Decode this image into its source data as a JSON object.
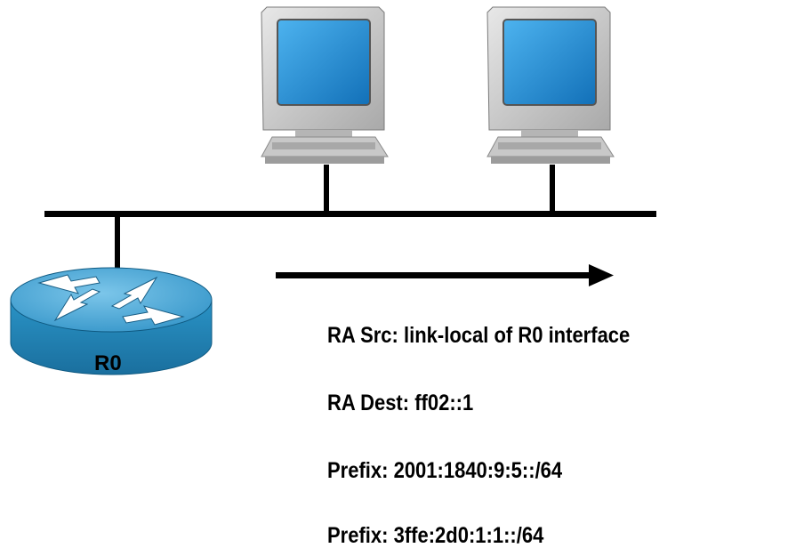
{
  "router": {
    "label": "R0",
    "icon": "router-icon"
  },
  "hosts": [
    {
      "icon": "computer-icon"
    },
    {
      "icon": "computer-icon"
    }
  ],
  "ra_message": {
    "src": "RA Src:  link-local of R0 interface",
    "dest": "RA Dest:  ff02::1",
    "prefixes": [
      "Prefix:  2001:1840:9:5::/64",
      "Prefix:  3ffe:2d0:1:1::/64"
    ]
  },
  "colors": {
    "router_top": "#3fa0cf",
    "router_side": "#1e84b8",
    "monitor_screen": "#1f8fd6",
    "monitor_case": "#cfcfcf",
    "line": "#000000"
  }
}
